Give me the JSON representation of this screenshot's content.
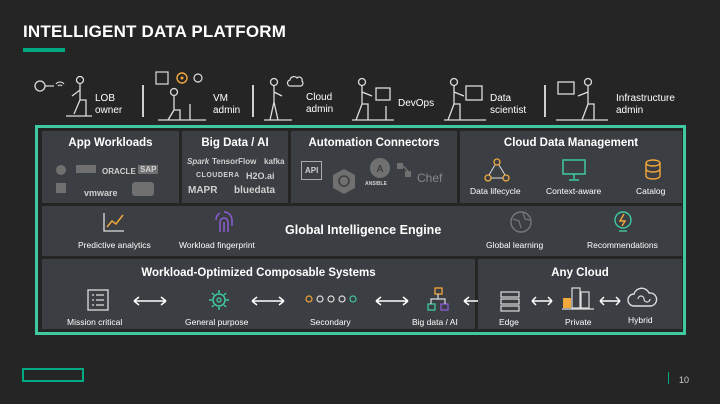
{
  "title": "INTELLIGENT DATA PLATFORM",
  "personas": [
    {
      "label": "LOB\nowner",
      "icon": "person-desk-icon"
    },
    {
      "label": "VM\nadmin",
      "icon": "person-gears-icon"
    },
    {
      "label": "Cloud\nadmin",
      "icon": "person-cloud-icon"
    },
    {
      "label": "DevOps",
      "icon": "person-desk-icon"
    },
    {
      "label": "Data\nscientist",
      "icon": "person-desk-icon"
    },
    {
      "label": "Infrastructure\nadmin",
      "icon": "person-desk-icon"
    }
  ],
  "app_workloads": {
    "title": "App Workloads",
    "logos": [
      "ORACLE",
      "SAP",
      "vmware"
    ]
  },
  "big_data": {
    "title": "Big Data / AI",
    "logos": [
      "Spark",
      "TensorFlow",
      "kafka",
      "CLOUDERA",
      "H2O.ai",
      "MAPR",
      "bluedata"
    ]
  },
  "automation": {
    "title": "Automation Connectors",
    "logos": [
      "API",
      "ANSIBLE",
      "Chef"
    ]
  },
  "cloud_data": {
    "title": "Cloud Data Management",
    "items": [
      "Data lifecycle",
      "Context-aware",
      "Catalog"
    ]
  },
  "intelligence": {
    "title": "Global Intelligence Engine",
    "left": [
      "Predictive analytics",
      "Workload fingerprint"
    ],
    "right": [
      "Global learning",
      "Recommendations"
    ]
  },
  "composable": {
    "title": "Workload-Optimized Composable Systems",
    "items": [
      "Mission critical",
      "General purpose",
      "Secondary",
      "Big data / AI"
    ]
  },
  "any_cloud": {
    "title": "Any Cloud",
    "items": [
      "Edge",
      "Private",
      "Hybrid"
    ]
  },
  "page_number": "10",
  "colors": {
    "accent": "#01a982",
    "frame": "#3fc9a1",
    "panel": "#3b3e42",
    "background": "#252525"
  }
}
